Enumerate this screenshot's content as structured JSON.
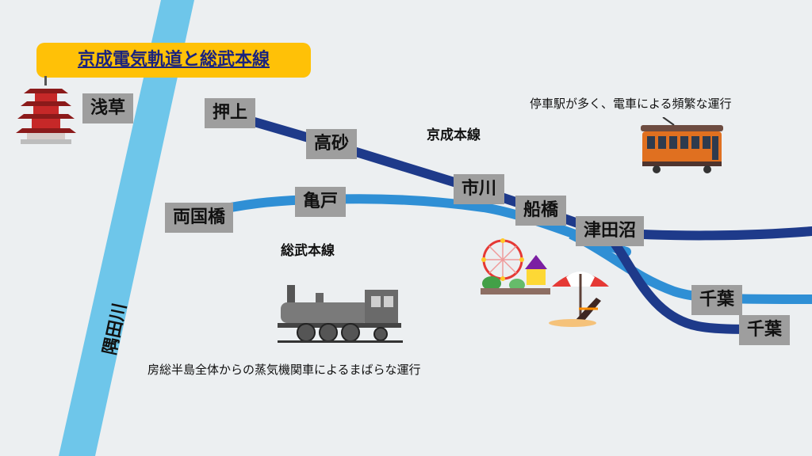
{
  "title": "京成電気軌道と総武本線",
  "river": {
    "name": "隅田川",
    "color": "#6ec6ea"
  },
  "lines": {
    "keisei": {
      "name": "京成本線",
      "color": "#1e3a8a"
    },
    "sobu": {
      "name": "総武本線",
      "color": "#2f8fd5"
    }
  },
  "stations": {
    "asakusa": "浅草",
    "oshiage": "押上",
    "takasago": "高砂",
    "ichikawa": "市川",
    "funabashi": "船橋",
    "tsudanuma": "津田沼",
    "ryogoku": "両国橋",
    "kameido": "亀戸",
    "chiba_sobu": "千葉",
    "chiba_keisei": "千葉"
  },
  "notes": {
    "keisei": "停車駅が多く、電車による頻繁な運行",
    "sobu": "房総半島全体からの蒸気機関車によるまばらな運行"
  },
  "icons": [
    "pagoda-icon",
    "tram-icon",
    "steam-locomotive-icon",
    "amusement-park-icon",
    "beach-umbrella-icon"
  ]
}
